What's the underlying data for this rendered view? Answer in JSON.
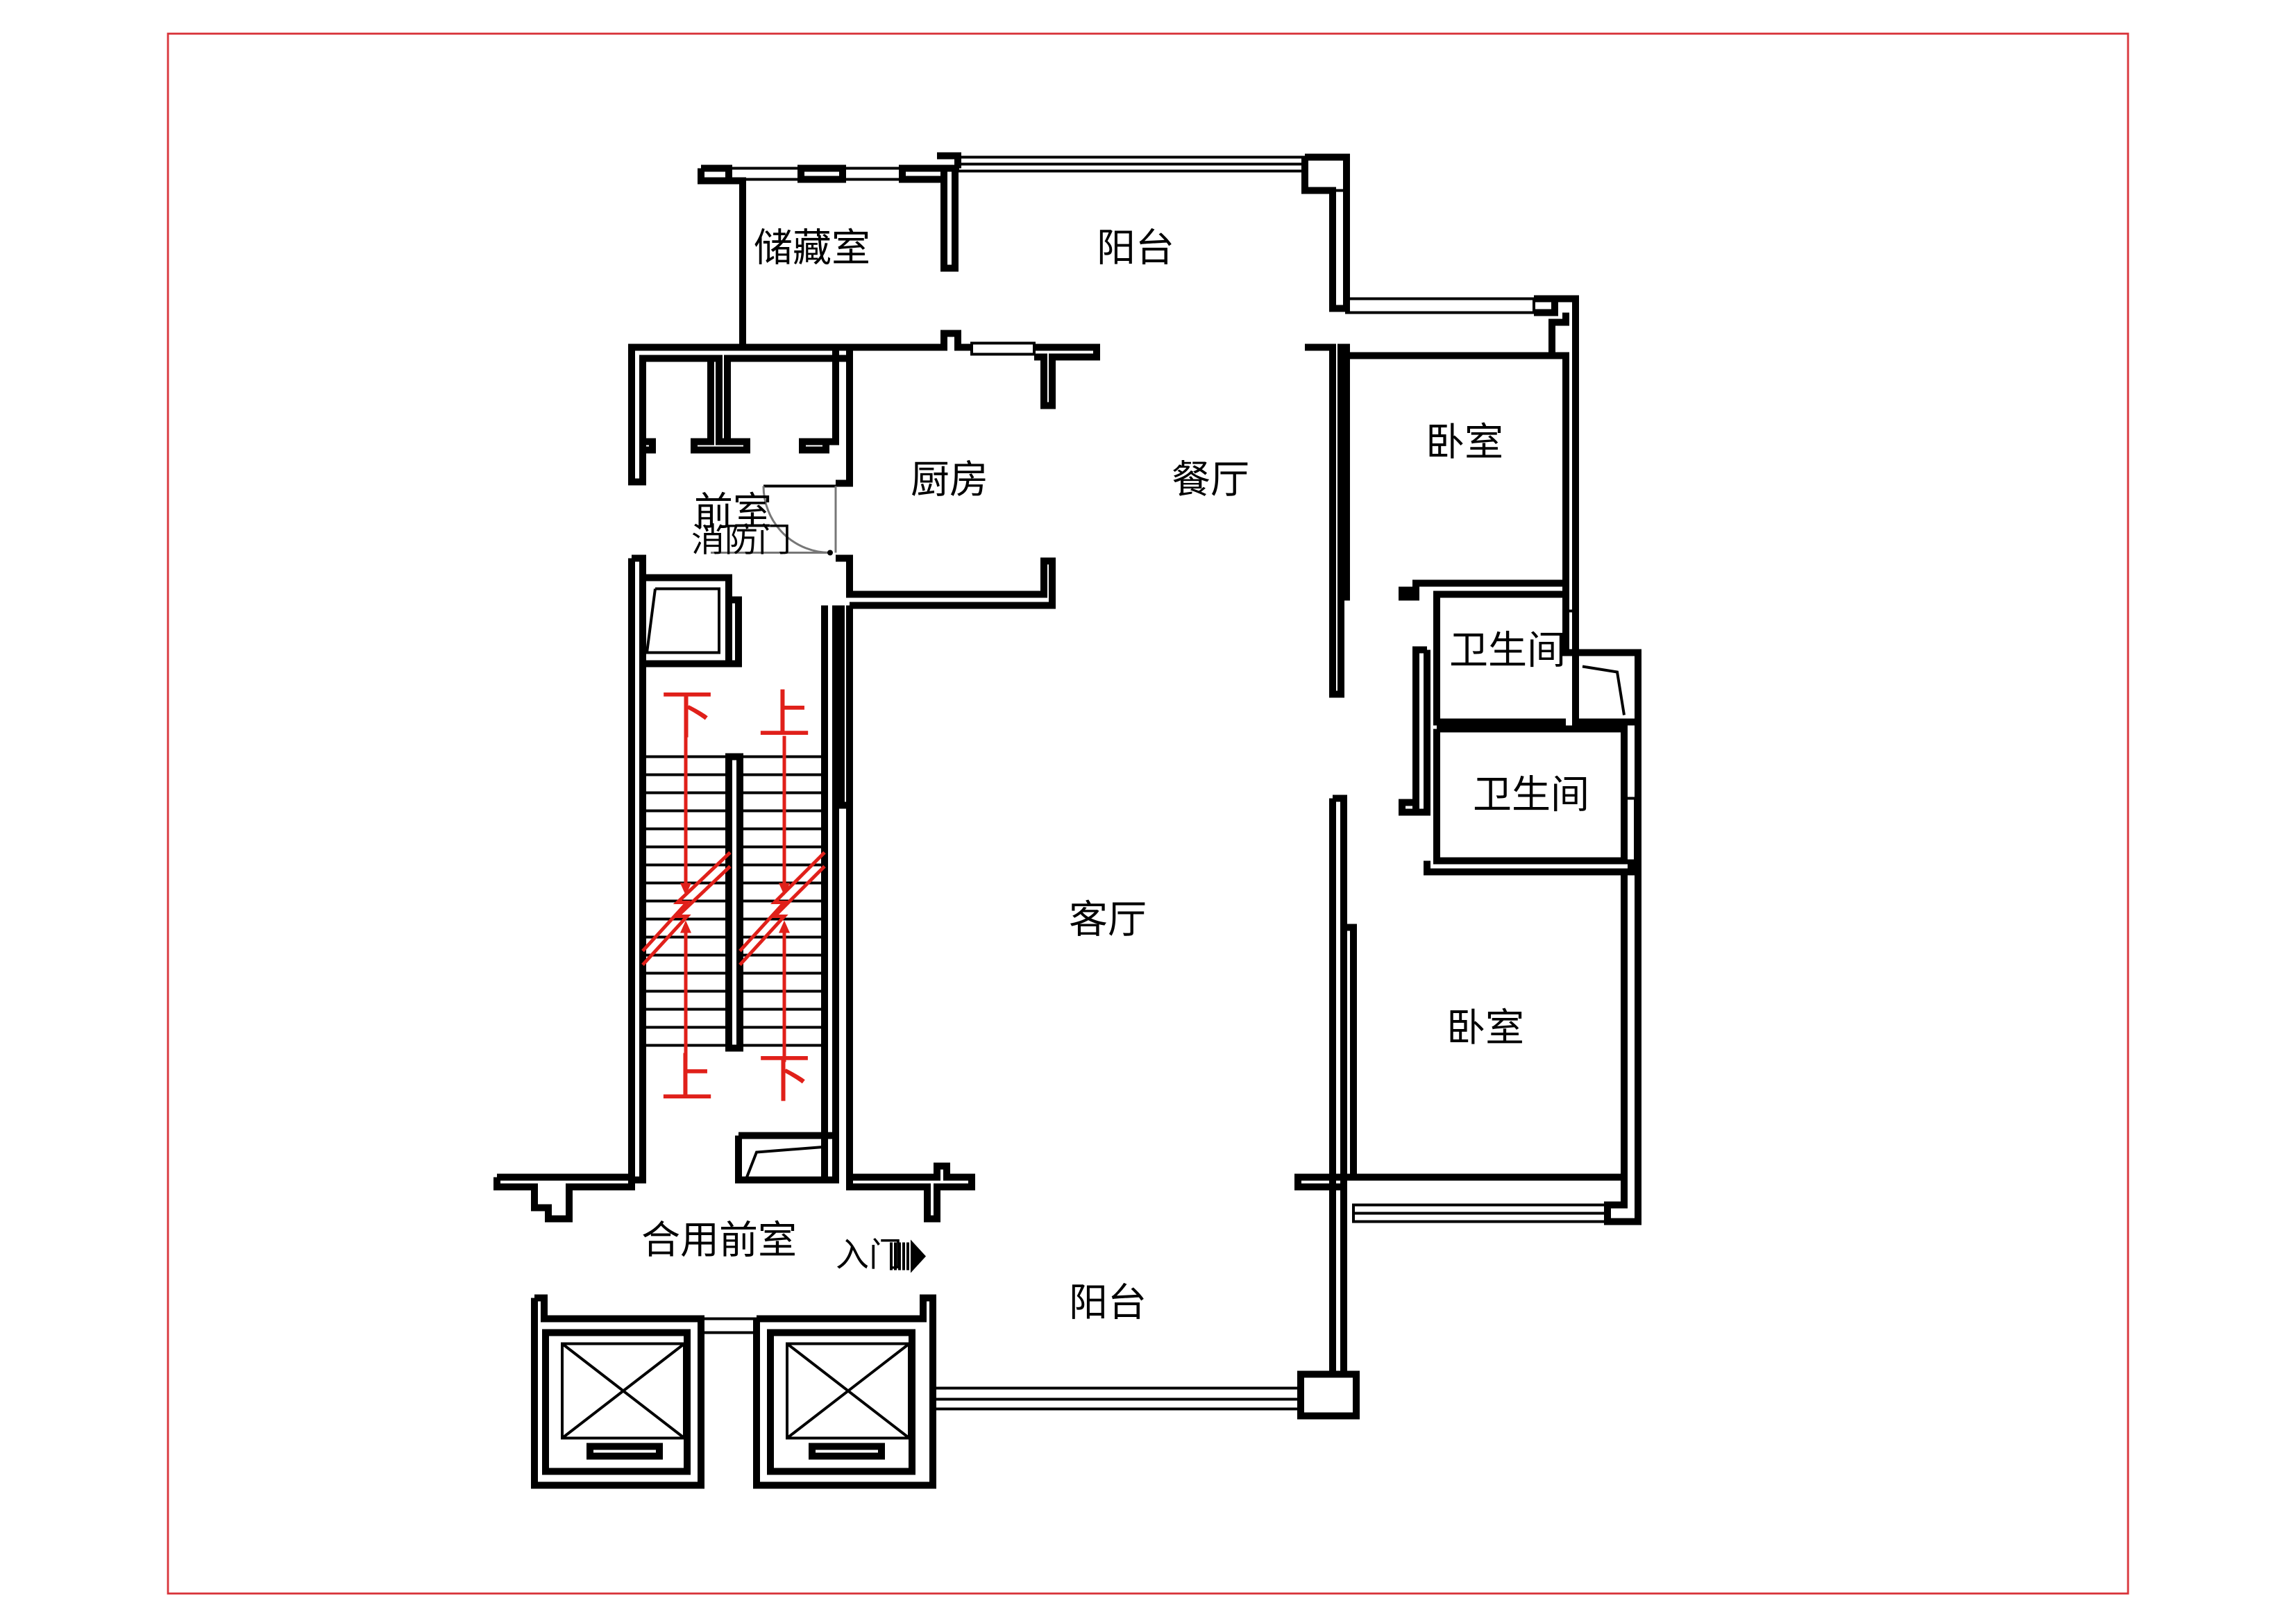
{
  "drawing": {
    "frame_color": "#d9343a",
    "line_color": "#000000",
    "annotation_color": "#e0201a"
  },
  "rooms": {
    "storage": "储藏室",
    "balcony_top": "阳台",
    "kitchen": "厨房",
    "dining": "餐厅",
    "bedroom_top": "卧室",
    "vestibule": "前室",
    "fire_door": "消防门",
    "bathroom_1": "卫生间",
    "bathroom_2": "卫生间",
    "living": "客厅",
    "bedroom_bottom": "卧室",
    "shared_vestibule": "合用前室",
    "entrance": "入门",
    "balcony_bottom": "阳台"
  },
  "stairs": {
    "left_top": "下",
    "right_top": "上",
    "left_bottom": "上",
    "right_bottom": "下"
  }
}
